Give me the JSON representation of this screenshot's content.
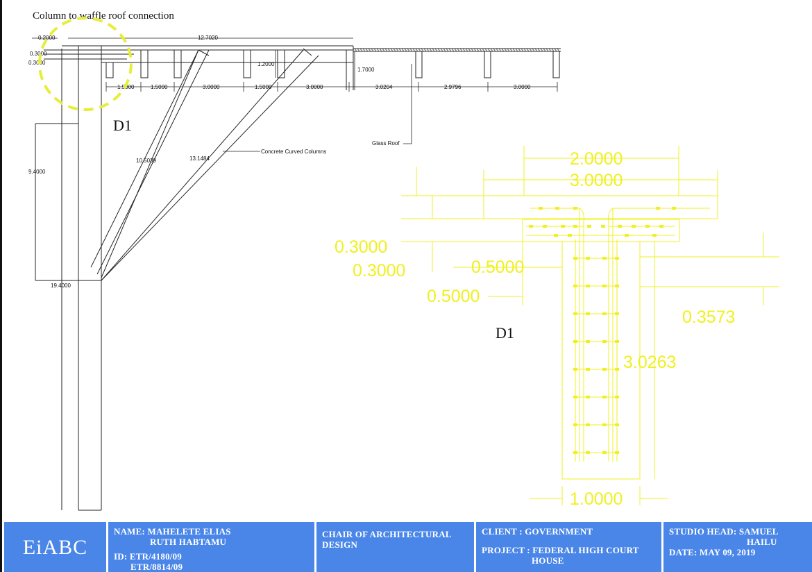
{
  "drawing": {
    "heading": "Column to waffle roof connection",
    "detail_label": "D1",
    "annotations": {
      "glass_roof": "Glass Roof",
      "curved_columns": "Concrete Curved Columns"
    },
    "dims": {
      "top_left": "0.2000",
      "overall": "12.7020",
      "slab_a": "0.3000",
      "slab_b": "0.3000",
      "rib_depth": "1.2000",
      "glass_depth": "1.7000",
      "col_height": "9.4000",
      "total_height": "19.4000",
      "curve_a": "10.5039",
      "curve_b": "13.1484",
      "bay": [
        "1.5000",
        "1.5000",
        "3.0000",
        "1.5000",
        "3.0000",
        "3.0204",
        "2.9796",
        "3.0000"
      ]
    }
  },
  "detail": {
    "label": "D1",
    "dims": {
      "top_width": "2.0000",
      "top_width_b": "3.0000",
      "slab_a": "0.3000",
      "slab_b": "0.3000",
      "offset_a": "0.5000",
      "offset_b": "0.5000",
      "right_gap": "0.3573",
      "col_height": "3.0263",
      "col_width": "1.0000"
    },
    "color": "#ffff33"
  },
  "title_block": {
    "logo": "EiABC",
    "name_label": "NAME: MAHELETE ELIAS",
    "name_2": "RUTH HABTAMU",
    "id_label": "ID: ETR/4180/09",
    "id_2": "ETR/8814/09",
    "chair_1": "CHAIR OF ARCHITECTURAL",
    "chair_2": "DESIGN",
    "client": "CLIENT : GOVERNMENT",
    "project_1": "PROJECT : FEDERAL HIGH COURT",
    "project_2": "HOUSE",
    "studio_1": "STUDIO HEAD: SAMUEL",
    "studio_2": "HAILU",
    "date": "DATE: May 09, 2019",
    "color": "#4a86e8"
  }
}
